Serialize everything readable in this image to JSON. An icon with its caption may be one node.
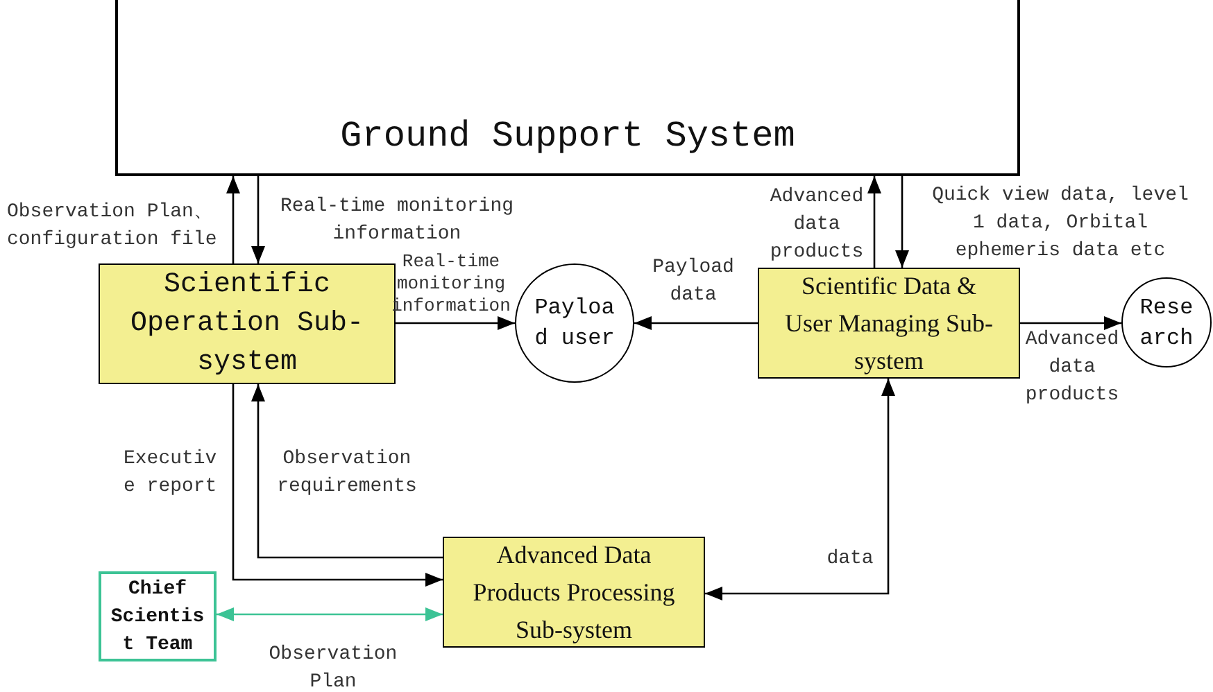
{
  "diagram": {
    "nodes": [
      {
        "text": [
          "Ground Support System"
        ]
      },
      {
        "text": [
          "Scientific Operation Sub-system"
        ]
      },
      {
        "text": [
          "Payload user"
        ]
      },
      {
        "text": [
          "Scientific Data & User Managing Sub-system"
        ]
      },
      {
        "text": [
          "Research"
        ]
      },
      {
        "text": [
          "Chief Scientist Team"
        ]
      },
      {
        "text": [
          "Advanced Data Products Processing Sub-system"
        ]
      }
    ],
    "edges": [
      {
        "from": 1,
        "to": 0,
        "arrow": "to",
        "label": "Observation Plan、configuration file"
      },
      {
        "from": 0,
        "to": 1,
        "arrow": "to",
        "label": "Real-time monitoring information"
      },
      {
        "from": 1,
        "to": 2,
        "arrow": "to",
        "label": "Real-time monitoring information"
      },
      {
        "from": 3,
        "to": 2,
        "arrow": "to",
        "label": "Payload data"
      },
      {
        "from": 3,
        "to": 0,
        "arrow": "to",
        "label": "Advanced data products"
      },
      {
        "from": 0,
        "to": 3,
        "arrow": "to",
        "label": "Quick view data, level 1 data, Orbital ephemeris data etc"
      },
      {
        "from": 3,
        "to": 4,
        "arrow": "to",
        "label": "Advanced data products"
      },
      {
        "from": 1,
        "to": 6,
        "arrow": "to",
        "label": "Executive report"
      },
      {
        "from": 6,
        "to": 1,
        "arrow": "to",
        "label": "Observation requirements"
      },
      {
        "from": 6,
        "to": 3,
        "arrow": "both",
        "label": "data"
      },
      {
        "from": 5,
        "to": 6,
        "arrow": "both",
        "label": "Observation Plan",
        "color": "#3cc395"
      }
    ]
  }
}
